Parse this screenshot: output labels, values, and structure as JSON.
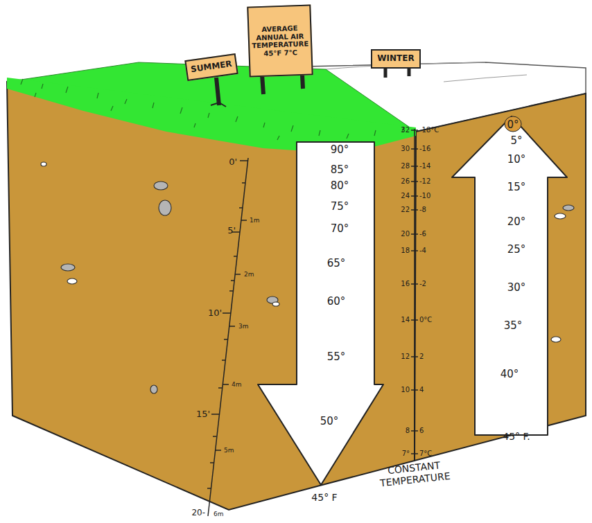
{
  "diagram": {
    "nodes": [
      {
        "text": [
          "SUMMER"
        ]
      },
      {
        "text": [
          "AVERAGE ANNUAL AIR TEMPERATURE 45°F 7°C"
        ]
      },
      {
        "text": [
          "WINTER"
        ]
      },
      {
        "text": [
          "90°",
          "85°",
          "80°",
          "75°",
          "70°",
          "65°",
          "60°",
          "55°",
          "50°"
        ]
      },
      {
        "text": [
          "0°",
          "5°",
          "10°",
          "15°",
          "20°",
          "25°",
          "30°",
          "35°",
          "40°"
        ]
      }
    ],
    "labels": [
      "0'",
      "1m",
      "5'",
      "2m",
      "10'",
      "3m",
      "4m",
      "15'",
      "5m",
      "20-",
      "6m",
      "32",
      "-18°C",
      "30",
      "-16",
      "28",
      "-14",
      "26",
      "-12",
      "24",
      "-10",
      "22",
      "-8",
      "20",
      "-6",
      "18",
      "-4",
      "16",
      "-2",
      "14",
      "0°C",
      "12",
      "2",
      "10",
      "4",
      "8",
      "6",
      "7°",
      "7°C",
      "45° F",
      "CONSTANT TEMPERATURE",
      "45° F."
    ]
  }
}
